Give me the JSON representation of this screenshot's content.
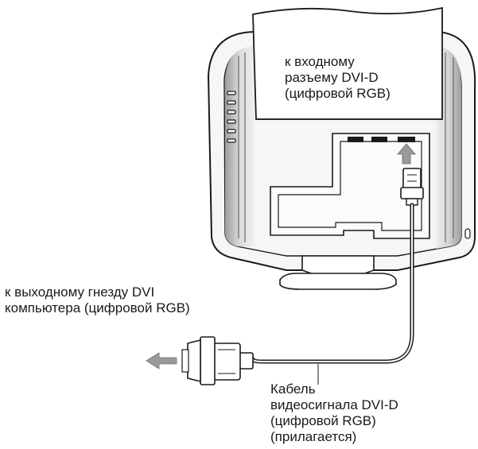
{
  "labels": {
    "input_connector": {
      "line1": "к входному",
      "line2": "разъему DVI-D",
      "line3": "(цифровой RGB)"
    },
    "computer_output": {
      "line1": "к выходному гнезду DVI",
      "line2": "компьютера (цифровой RGB)"
    },
    "cable": {
      "line1": "Кабель",
      "line2": "видеосигнала DVI-D",
      "line3": "(цифровой RGB)",
      "line4": "(прилагается)"
    }
  },
  "colors": {
    "line": "#1a1a1a",
    "monitor_body": "#f4f4f4",
    "monitor_shade": "#c8c8c8",
    "arrow": "#9a9a9a",
    "cable_highlight": "#ffffff"
  }
}
